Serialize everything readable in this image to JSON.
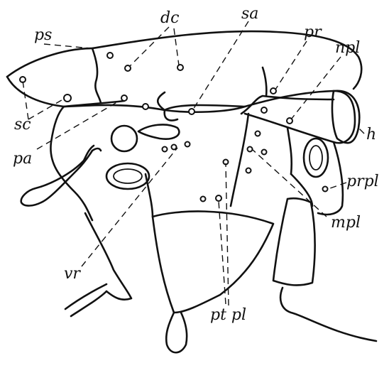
{
  "figure": {
    "labels": {
      "ps": "ps",
      "dc": "dc",
      "sa": "sa",
      "pr": "pr",
      "npl": "npl",
      "sc": "sc",
      "pa": "pa",
      "h": "h",
      "prpl": "prpl",
      "mpl": "mpl",
      "vr": "vr",
      "ptpl": "pt pl"
    }
  }
}
